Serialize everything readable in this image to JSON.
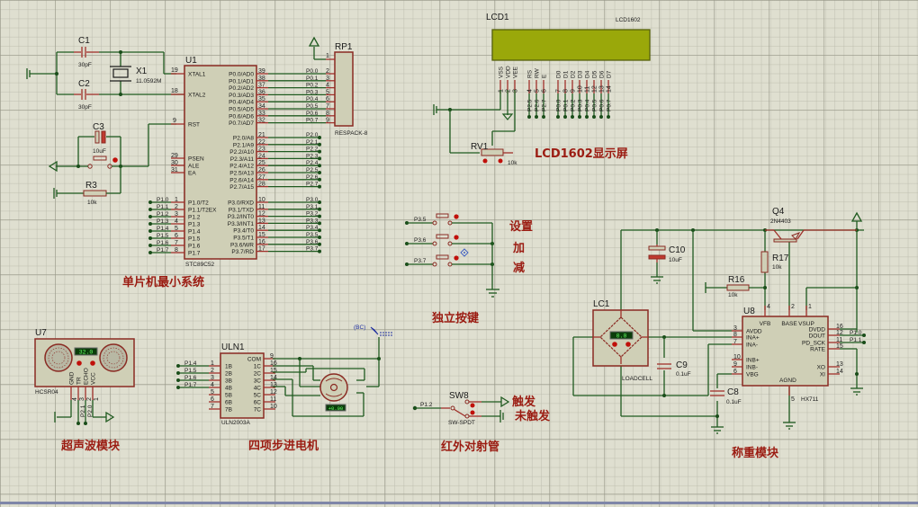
{
  "sections": {
    "mcu": "单片机最小系统",
    "lcd": "LCD1602显示屏",
    "keys": "独立按键",
    "key_labels": [
      "设置",
      "加",
      "减"
    ],
    "ultrasonic": "超声波模块",
    "stepper": "四项步进电机",
    "ir": "红外对射管",
    "ir_states": [
      "触发",
      "未触发"
    ],
    "weigh": "称重模块"
  },
  "mcu": {
    "ref": "U1",
    "part": "STC89C52",
    "left_pins": [
      {
        "num": "19",
        "name": "XTAL1"
      },
      {
        "num": "18",
        "name": "XTAL2"
      },
      {
        "num": "9",
        "name": "RST"
      },
      {
        "num": "29",
        "name": "PSEN"
      },
      {
        "num": "30",
        "name": "ALE"
      },
      {
        "num": "31",
        "name": "EA"
      },
      {
        "num": "1",
        "name": "P1.0/T2"
      },
      {
        "num": "2",
        "name": "P1.1/T2EX"
      },
      {
        "num": "3",
        "name": "P1.2"
      },
      {
        "num": "4",
        "name": "P1.3"
      },
      {
        "num": "5",
        "name": "P1.4"
      },
      {
        "num": "6",
        "name": "P1.5"
      },
      {
        "num": "7",
        "name": "P1.6"
      },
      {
        "num": "8",
        "name": "P1.7"
      }
    ],
    "p1_nets": [
      "P1.0",
      "P1.1",
      "P1.2",
      "P1.3",
      "P1.4",
      "P1.5",
      "P1.6",
      "P1.7"
    ],
    "p0_pins": [
      {
        "num": "39",
        "name": "P0.0/AD0",
        "net": "P0.0"
      },
      {
        "num": "38",
        "name": "P0.1/AD1",
        "net": "P0.1"
      },
      {
        "num": "37",
        "name": "P0.2/AD2",
        "net": "P0.2"
      },
      {
        "num": "36",
        "name": "P0.3/AD3",
        "net": "P0.3"
      },
      {
        "num": "35",
        "name": "P0.4/AD4",
        "net": "P0.4"
      },
      {
        "num": "34",
        "name": "P0.5/AD5",
        "net": "P0.5"
      },
      {
        "num": "33",
        "name": "P0.6/AD6",
        "net": "P0.6"
      },
      {
        "num": "32",
        "name": "P0.7/AD7",
        "net": "P0.7"
      }
    ],
    "p2_pins": [
      {
        "num": "21",
        "name": "P2.0/A8",
        "net": "P2.0"
      },
      {
        "num": "22",
        "name": "P2.1/A9",
        "net": "P2.1"
      },
      {
        "num": "23",
        "name": "P2.2/A10",
        "net": "P2.2"
      },
      {
        "num": "24",
        "name": "P2.3/A11",
        "net": "P2.3"
      },
      {
        "num": "25",
        "name": "P2.4/A12",
        "net": "P2.4"
      },
      {
        "num": "26",
        "name": "P2.5/A13",
        "net": "P2.5"
      },
      {
        "num": "27",
        "name": "P2.6/A14",
        "net": "P2.6"
      },
      {
        "num": "28",
        "name": "P2.7/A15",
        "net": "P2.7"
      }
    ],
    "p3_pins": [
      {
        "num": "10",
        "name": "P3.0/RXD",
        "net": "P3.0"
      },
      {
        "num": "11",
        "name": "P3.1/TXD",
        "net": "P3.1"
      },
      {
        "num": "12",
        "name": "P3.2/INT0",
        "net": "P3.2"
      },
      {
        "num": "13",
        "name": "P3.3/INT1",
        "net": "P3.3"
      },
      {
        "num": "14",
        "name": "P3.4/T0",
        "net": "P3.4"
      },
      {
        "num": "15",
        "name": "P3.5/T1",
        "net": "P3.5"
      },
      {
        "num": "16",
        "name": "P3.6/WR",
        "net": "P3.6"
      },
      {
        "num": "17",
        "name": "P3.7/RD",
        "net": "P3.7"
      }
    ]
  },
  "components": {
    "c1": {
      "ref": "C1",
      "value": "30pF"
    },
    "c2": {
      "ref": "C2",
      "value": "30pF"
    },
    "x1": {
      "ref": "X1",
      "value": "11.0592M"
    },
    "c3": {
      "ref": "C3",
      "value": "10uF"
    },
    "r3": {
      "ref": "R3",
      "value": "10k"
    },
    "rp1": {
      "ref": "RP1",
      "value": "RESPACK-8",
      "pins": [
        "1",
        "2",
        "3",
        "4",
        "5",
        "6",
        "7",
        "8",
        "9"
      ]
    },
    "lcd1": {
      "ref": "LCD1",
      "part": "LCD1602",
      "color": "#9aa80a",
      "pins": [
        {
          "name": "VSS",
          "num": "1",
          "net": ""
        },
        {
          "name": "VDD",
          "num": "2",
          "net": ""
        },
        {
          "name": "VEE",
          "num": "3",
          "net": ""
        },
        {
          "name": "RS",
          "num": "4",
          "net": "P2.5"
        },
        {
          "name": "RW",
          "num": "5",
          "net": "P2.6"
        },
        {
          "name": "E",
          "num": "6",
          "net": "P2.7"
        },
        {
          "name": "D0",
          "num": "7",
          "net": "P0.0"
        },
        {
          "name": "D1",
          "num": "8",
          "net": "P0.1"
        },
        {
          "name": "D2",
          "num": "9",
          "net": "P0.2"
        },
        {
          "name": "D3",
          "num": "10",
          "net": "P0.3"
        },
        {
          "name": "D4",
          "num": "11",
          "net": "P0.4"
        },
        {
          "name": "D5",
          "num": "12",
          "net": "P0.5"
        },
        {
          "name": "D6",
          "num": "13",
          "net": "P0.6"
        },
        {
          "name": "D7",
          "num": "14",
          "net": "P0.7"
        }
      ]
    },
    "rv1": {
      "ref": "RV1",
      "value": "10k"
    },
    "keys": [
      {
        "net": "P3.5"
      },
      {
        "net": "P3.6"
      },
      {
        "net": "P3.7"
      }
    ],
    "u7": {
      "ref": "U7",
      "part": "HCSR04",
      "display": "32.0",
      "pins": [
        {
          "name": "GND",
          "num": "4",
          "net": ""
        },
        {
          "name": "TR",
          "num": "3",
          "net": "P2.1"
        },
        {
          "name": "ECHO",
          "num": "2",
          "net": "P2.0"
        },
        {
          "name": "VCC",
          "num": "1",
          "net": ""
        }
      ]
    },
    "uln1": {
      "ref": "ULN1",
      "part": "ULN2003A",
      "left": [
        {
          "num": "1",
          "name": "1B",
          "net": "P1.4"
        },
        {
          "num": "2",
          "name": "2B",
          "net": "P1.5"
        },
        {
          "num": "3",
          "name": "3B",
          "net": "P1.6"
        },
        {
          "num": "4",
          "name": "4B",
          "net": "P1.7"
        },
        {
          "num": "5",
          "name": "5B",
          "net": ""
        },
        {
          "num": "6",
          "name": "6B",
          "net": ""
        },
        {
          "num": "7",
          "name": "7B",
          "net": ""
        }
      ],
      "right": [
        {
          "num": "9",
          "name": "COM"
        },
        {
          "num": "16",
          "name": "1C"
        },
        {
          "num": "15",
          "name": "2C"
        },
        {
          "num": "14",
          "name": "3C"
        },
        {
          "num": "13",
          "name": "4C"
        },
        {
          "num": "12",
          "name": "5C"
        },
        {
          "num": "11",
          "name": "6C"
        },
        {
          "num": "10",
          "name": "7C"
        }
      ]
    },
    "motor": {
      "display": "+0.00"
    },
    "bc": {
      "label": "(BC)"
    },
    "sw8": {
      "ref": "SW8",
      "part": "SW-SPDT",
      "net": "P1.2"
    },
    "lc1": {
      "ref": "LC1",
      "part": "LOADCELL",
      "display": "0.0"
    },
    "c10": {
      "ref": "C10",
      "value": "10uF"
    },
    "c9": {
      "ref": "C9",
      "value": "0.1uF"
    },
    "c8": {
      "ref": "C8",
      "value": "0.1uF"
    },
    "q4": {
      "ref": "Q4",
      "part": "2N4403"
    },
    "r17": {
      "ref": "R17",
      "value": "10k"
    },
    "r16": {
      "ref": "R16",
      "value": "10k"
    },
    "u8": {
      "ref": "U8",
      "part": "HX711",
      "top": [
        {
          "num": "4",
          "name": "VFB"
        },
        {
          "num": "2",
          "name": "BASE"
        },
        {
          "num": "1",
          "name": "VSUP"
        }
      ],
      "left": [
        {
          "num": "3",
          "name": "AVDD"
        },
        {
          "num": "8",
          "name": "INA+"
        },
        {
          "num": "7",
          "name": "INA-"
        },
        {
          "num": "10",
          "name": "INB+"
        },
        {
          "num": "9",
          "name": "INB-"
        },
        {
          "num": "6",
          "name": "VBG"
        }
      ],
      "right": [
        {
          "num": "16",
          "name": "DVDD",
          "net": ""
        },
        {
          "num": "12",
          "name": "DOUT",
          "net": "P1.0"
        },
        {
          "num": "11",
          "name": "PD_SCK",
          "net": "P1.1"
        },
        {
          "num": "15",
          "name": "RATE",
          "net": ""
        },
        {
          "num": "13",
          "name": "XO",
          "net": ""
        },
        {
          "num": "14",
          "name": "XI",
          "net": ""
        }
      ],
      "bottom": [
        {
          "num": "5",
          "name": "AGND"
        }
      ]
    }
  }
}
